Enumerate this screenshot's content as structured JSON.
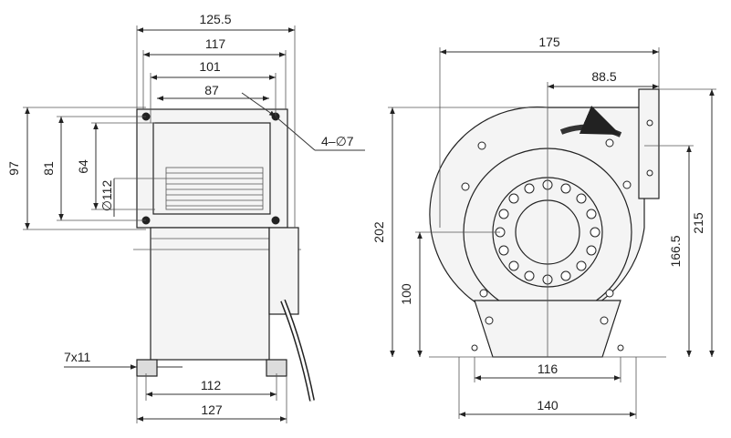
{
  "left_view": {
    "widths": {
      "w1255": "125.5",
      "w117": "117",
      "w101": "101",
      "w87": "87"
    },
    "heights": {
      "h97": "97",
      "h81": "81",
      "h64": "64"
    },
    "bore": "∅112",
    "holes": "4–∅7",
    "slot": "7x11",
    "base": {
      "b112": "112",
      "b127": "127"
    }
  },
  "right_view": {
    "widths": {
      "w175": "175",
      "w885": "88.5"
    },
    "heights": {
      "h202": "202",
      "h215": "215",
      "h1665": "166.5",
      "h100": "100"
    },
    "base": {
      "b116": "116",
      "b140": "140"
    }
  }
}
